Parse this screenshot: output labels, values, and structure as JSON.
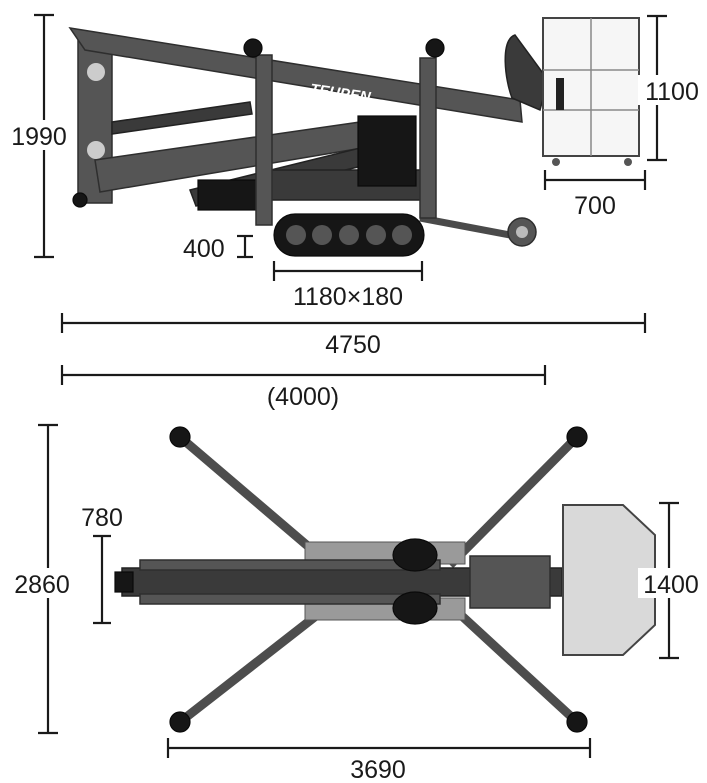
{
  "brand": {
    "logo_text": "TEUPEN",
    "logo_color": "#ffffff"
  },
  "colors": {
    "machine": "#555555",
    "machine_dark": "#3a3a3a",
    "track": "#161616",
    "basket": "#f6f6f6",
    "dimension_line": "#1a1a1a"
  },
  "side_view": {
    "height_total": "1990",
    "basket_height": "1100",
    "basket_width": "700",
    "track_height": "400",
    "track_size": "1180×180",
    "length_total": "4750",
    "length_transport": "(4000)"
  },
  "top_view": {
    "width_outriggers": "2860",
    "width_machine": "780",
    "basket_length": "1400",
    "outrigger_span": "3690"
  }
}
